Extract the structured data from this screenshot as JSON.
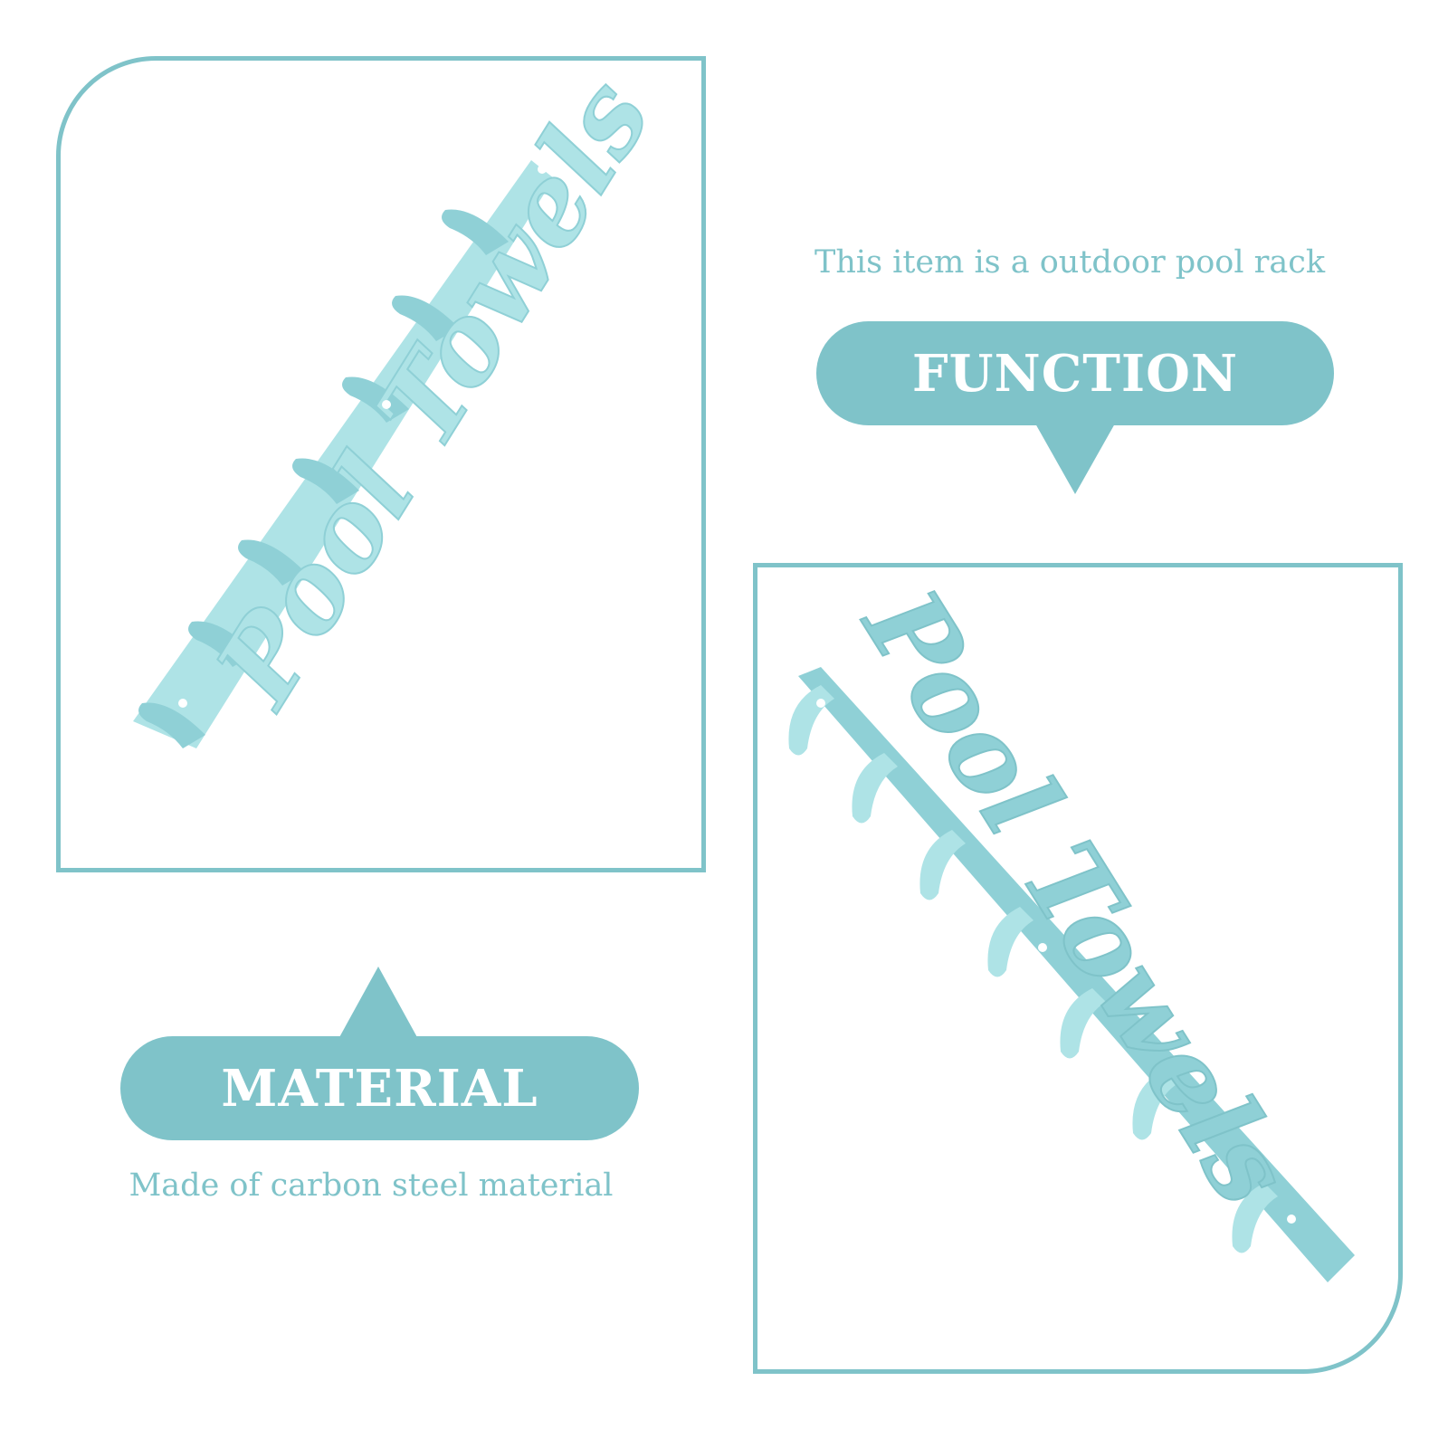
{
  "function": {
    "caption": "This item is a outdoor pool rack",
    "label": "FUNCTION"
  },
  "material": {
    "label": "MATERIAL",
    "caption": "Made of carbon steel material"
  },
  "product": {
    "sign_text": "Pool Towels",
    "hook_count": 7
  },
  "colors": {
    "accent": "#7fc3c9",
    "rack_light": "#aee3e6",
    "rack_mid": "#8fd0d6",
    "background": "#ffffff"
  }
}
